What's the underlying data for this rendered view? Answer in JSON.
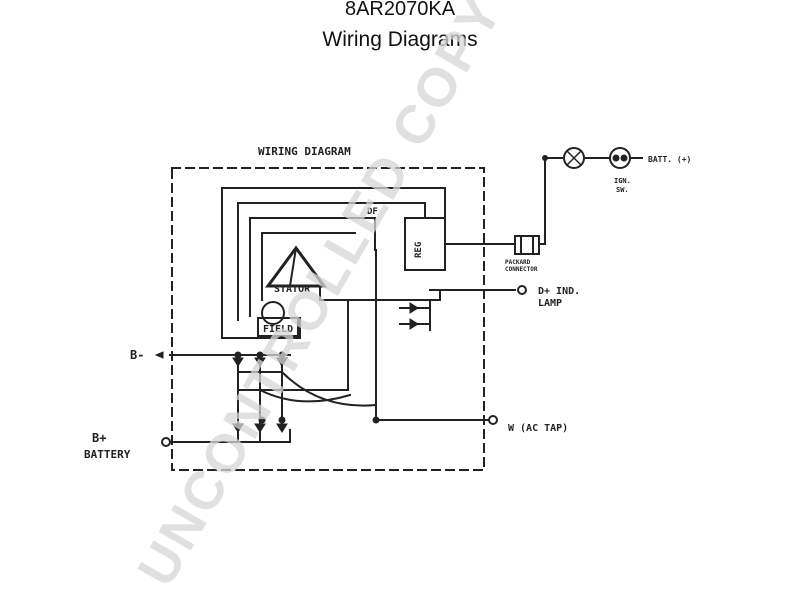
{
  "header": {
    "part_number": "8AR2070KA",
    "title": "Wiring Diagrams"
  },
  "diagram": {
    "box_title": "WIRING DIAGRAM",
    "labels": {
      "df": "DF",
      "reg": "REG",
      "stator": "STATOR",
      "field": "FIELD",
      "packard": "PACKARD",
      "connector": "CONNECTOR",
      "batt": "BATT. (+)",
      "ign_1": "IGN.",
      "ign_2": "SW.",
      "d_plus_1": "D+ IND.",
      "d_plus_2": "LAMP",
      "b_minus": "B-",
      "b_plus": "B+",
      "battery": "BATTERY",
      "ac_tap": "W (AC TAP)"
    }
  },
  "watermark": "UNCONTROLLED COPY"
}
